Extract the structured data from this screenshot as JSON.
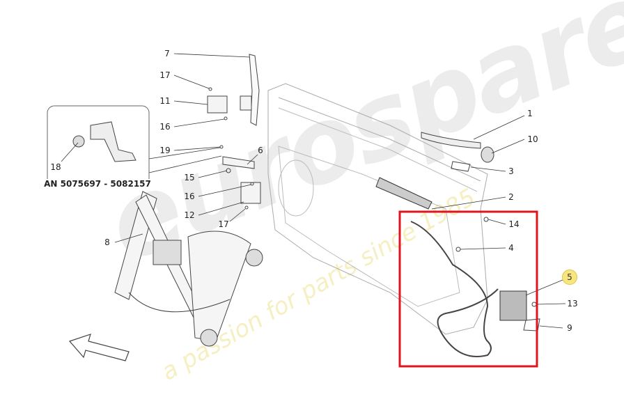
{
  "diagram": {
    "callouts": {
      "c7": "7",
      "c17a": "17",
      "c11": "11",
      "c16a": "16",
      "c19": "19",
      "c6": "6",
      "c15": "15",
      "c16b": "16",
      "c12": "12",
      "c17b": "17",
      "c18": "18",
      "c8": "8",
      "c1": "1",
      "c10": "10",
      "c3": "3",
      "c2": "2",
      "c14": "14",
      "c4": "4",
      "c5": "5",
      "c13": "13",
      "c9": "9"
    },
    "inset_label": "AN 5075697 - 5082157",
    "highlighted_part": "5",
    "highlight_color": "#f7e680",
    "selection_box_color": "#e0141e"
  },
  "watermark": {
    "logo": "eurospares",
    "tagline": "a passion for parts since 1985"
  }
}
